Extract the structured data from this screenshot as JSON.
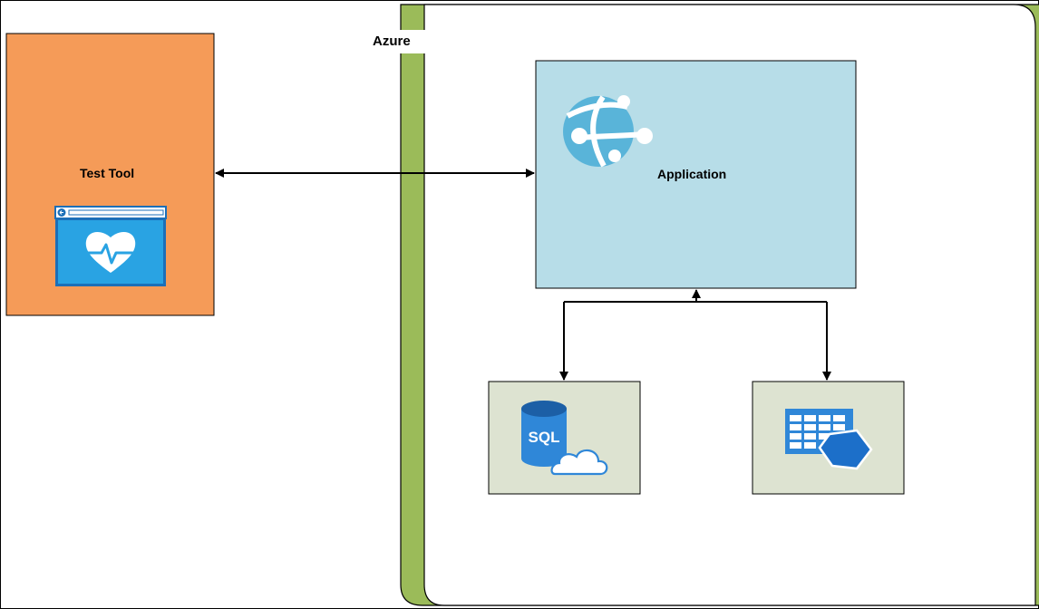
{
  "diagram": {
    "azure_label": "Azure",
    "test_tool_label": "Test Tool",
    "application_label": "Application"
  },
  "colors": {
    "test_tool_fill": "#F59B58",
    "application_fill": "#B7DDE8",
    "service_fill": "#DDE3D1",
    "azure_band": "#9BBB59",
    "azure_blue": "#2F87D8",
    "globe_blue": "#59B4D9"
  },
  "icons": {
    "test_tool": "health-monitor-icon",
    "application": "web-app-globe-icon",
    "database": "sql-database-icon",
    "storage": "table-storage-icon"
  }
}
